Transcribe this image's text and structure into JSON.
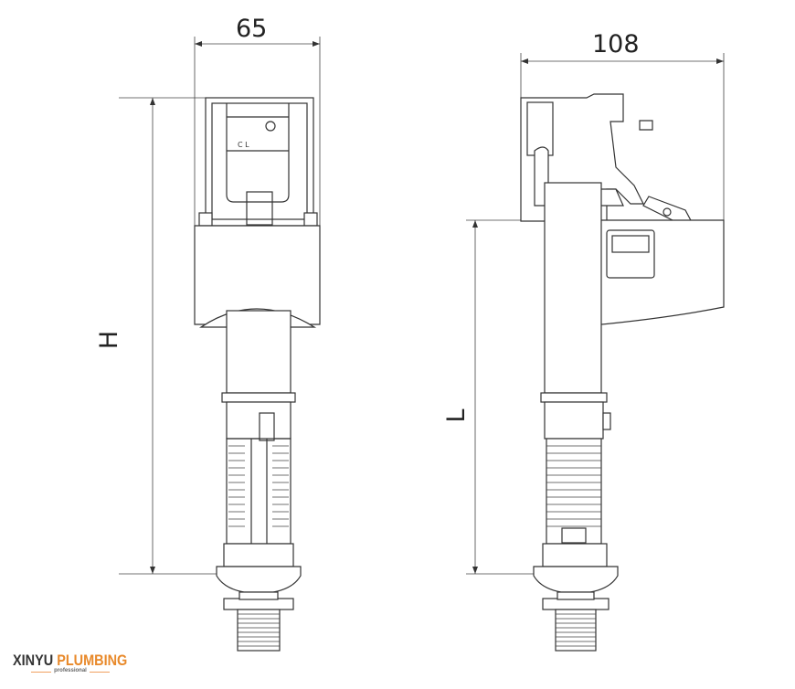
{
  "dimensions": {
    "front_width": "65",
    "side_width": "108",
    "height_label": "H",
    "length_label": "L"
  },
  "part_marking": "C L",
  "logo": {
    "brand_dark": "XINYU",
    "brand_accent": "PLUMBING",
    "tagline": "professional",
    "accent_color": "#e8892a"
  }
}
